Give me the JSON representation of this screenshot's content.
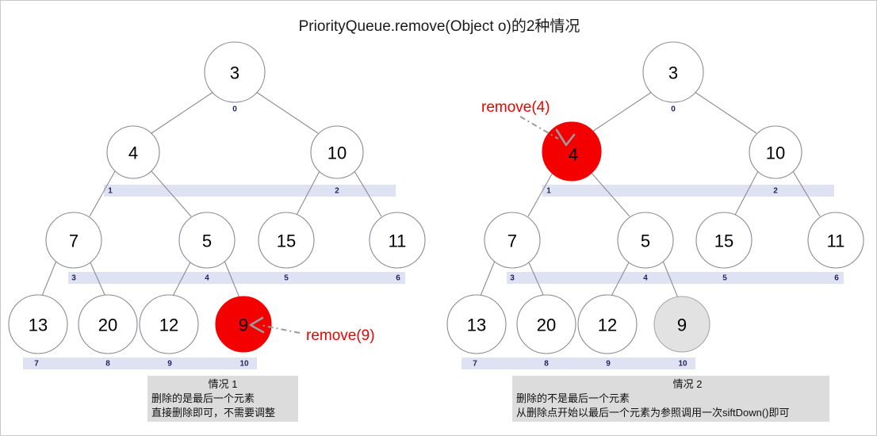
{
  "title": "PriorityQueue.remove(Object o)的2种情况",
  "panels": [
    {
      "id": "case-1",
      "callout": {
        "label": "remove(9)"
      },
      "caption": {
        "heading": "情况 1",
        "lines": [
          "删除的是最后一个元素",
          "直接删除即可，不需要调整"
        ]
      },
      "nodes": [
        {
          "index": "0",
          "value": "3",
          "state": "normal"
        },
        {
          "index": "1",
          "value": "4",
          "state": "normal"
        },
        {
          "index": "2",
          "value": "10",
          "state": "normal"
        },
        {
          "index": "3",
          "value": "7",
          "state": "normal"
        },
        {
          "index": "4",
          "value": "5",
          "state": "normal"
        },
        {
          "index": "5",
          "value": "15",
          "state": "normal"
        },
        {
          "index": "6",
          "value": "11",
          "state": "normal"
        },
        {
          "index": "7",
          "value": "13",
          "state": "normal"
        },
        {
          "index": "8",
          "value": "20",
          "state": "normal"
        },
        {
          "index": "9",
          "value": "12",
          "state": "normal"
        },
        {
          "index": "10",
          "value": "9",
          "state": "highlight-red"
        }
      ]
    },
    {
      "id": "case-2",
      "callout": {
        "label": "remove(4)"
      },
      "caption": {
        "heading": "情况 2",
        "lines": [
          "删除的不是最后一个元素",
          "从删除点开始以最后一个元素为参照调用一次siftDown()即可"
        ]
      },
      "nodes": [
        {
          "index": "0",
          "value": "3",
          "state": "normal"
        },
        {
          "index": "1",
          "value": "4",
          "state": "highlight-red"
        },
        {
          "index": "2",
          "value": "10",
          "state": "normal"
        },
        {
          "index": "3",
          "value": "7",
          "state": "normal"
        },
        {
          "index": "4",
          "value": "5",
          "state": "normal"
        },
        {
          "index": "5",
          "value": "15",
          "state": "normal"
        },
        {
          "index": "6",
          "value": "11",
          "state": "normal"
        },
        {
          "index": "7",
          "value": "13",
          "state": "normal"
        },
        {
          "index": "8",
          "value": "20",
          "state": "normal"
        },
        {
          "index": "9",
          "value": "12",
          "state": "normal"
        },
        {
          "index": "10",
          "value": "9",
          "state": "highlight-gray"
        }
      ]
    }
  ],
  "colors": {
    "removed": "#f50000",
    "shifted": "#e2e2e2",
    "index_bar": "#dfe2f3",
    "node_stroke": "#8a8a96",
    "callout": "#f00000",
    "caption_bg": "#dcdcdc"
  }
}
